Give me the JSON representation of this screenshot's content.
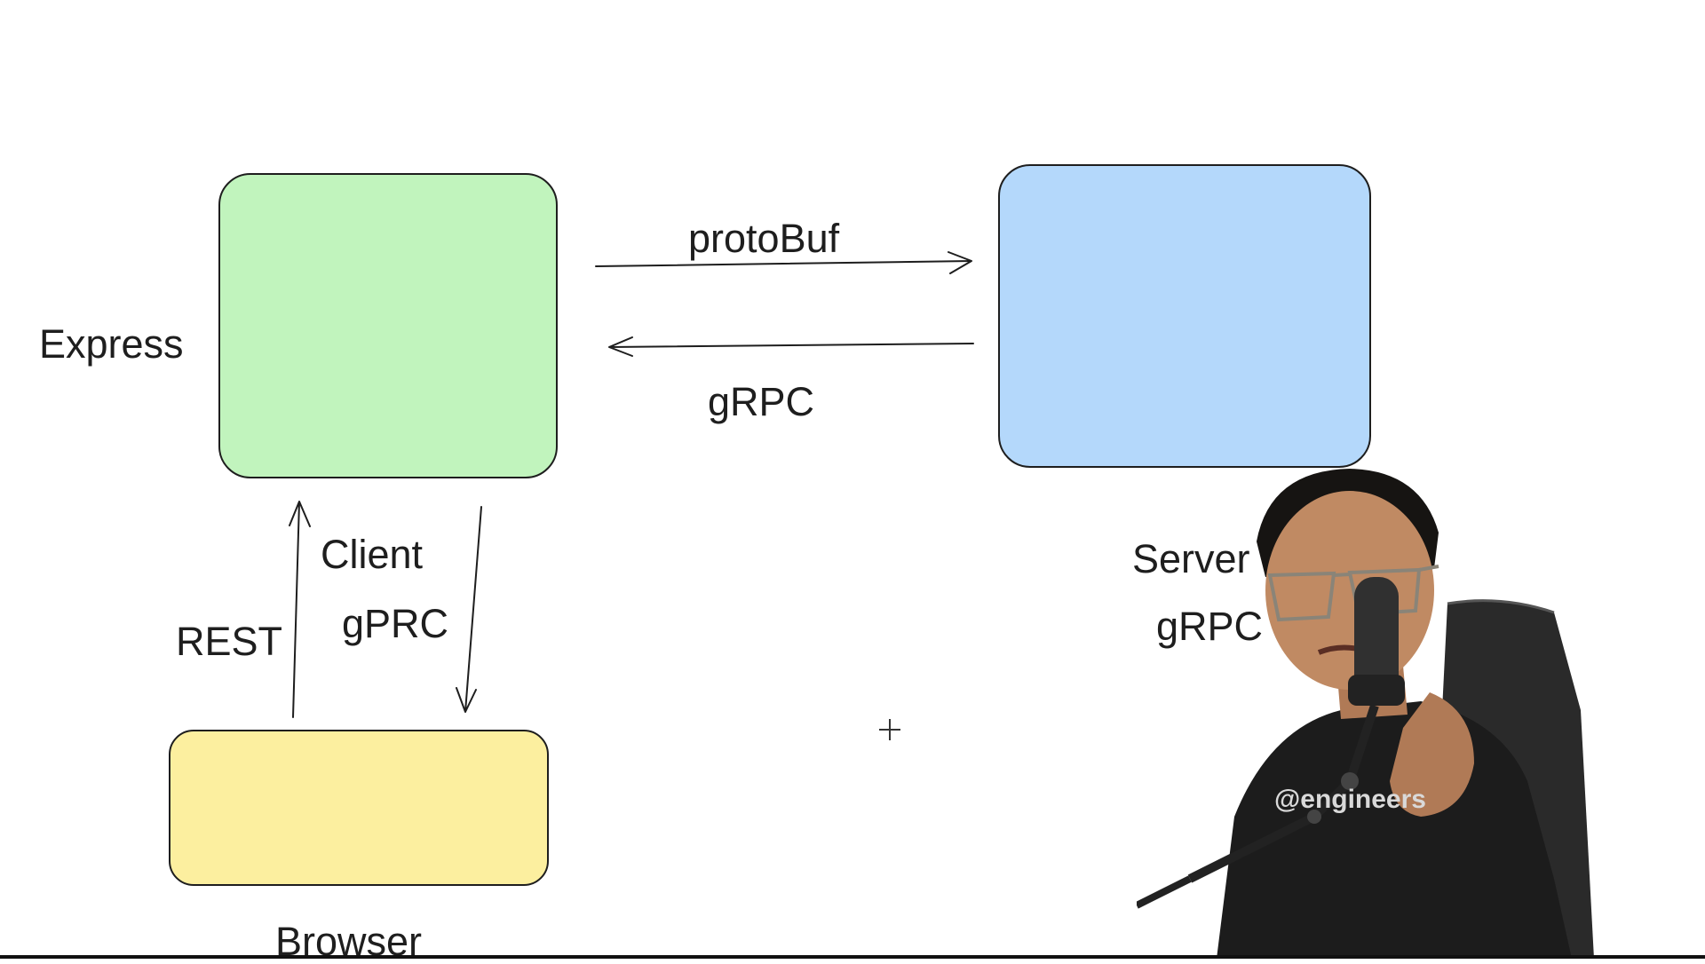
{
  "diagram": {
    "nodes": [
      {
        "id": "client-express",
        "color": "#c1f4bd"
      },
      {
        "id": "grpc-server",
        "color": "#b4d8fb"
      },
      {
        "id": "browser",
        "color": "#fcef9f"
      }
    ],
    "labels": {
      "express": "Express",
      "protobuf": "protoBuf",
      "grpc_between": "gRPC",
      "client": "Client",
      "gprc": "gPRC",
      "rest": "REST",
      "server": "Server",
      "grpc_server": "gRPC",
      "browser": "Browser",
      "shirt_handle": "@engineers"
    },
    "edges": [
      {
        "from": "client-express",
        "to": "grpc-server",
        "label": "protoBuf"
      },
      {
        "from": "grpc-server",
        "to": "client-express",
        "label": "gRPC"
      },
      {
        "from": "browser",
        "to": "client-express",
        "label": "REST"
      },
      {
        "from": "client-express",
        "to": "browser",
        "label": "gPRC"
      }
    ]
  },
  "cursor": {
    "icon": "crosshair-icon"
  },
  "overlay": {
    "icon": "presenter-webcam"
  }
}
